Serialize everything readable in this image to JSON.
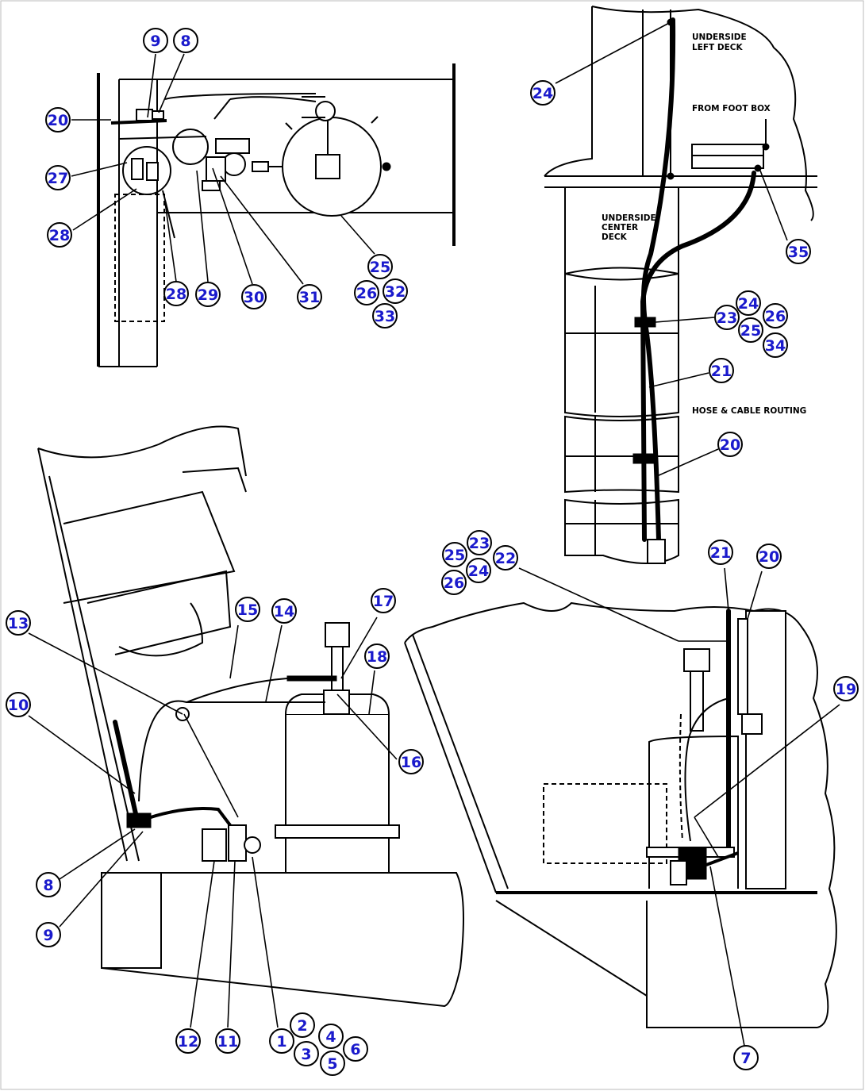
{
  "notes": {
    "underside_left_deck_1": "UNDERSIDE",
    "underside_left_deck_2": "LEFT DECK",
    "from_foot_box": "FROM FOOT BOX",
    "underside_center_deck_1": "UNDERSIDE",
    "underside_center_deck_2": "CENTER",
    "underside_center_deck_3": "DECK",
    "hose_cable_routing": "HOSE & CABLE ROUTING"
  },
  "callouts": [
    {
      "id": "c9a",
      "label": "9"
    },
    {
      "id": "c8a",
      "label": "8"
    },
    {
      "id": "c20a",
      "label": "20"
    },
    {
      "id": "c27",
      "label": "27"
    },
    {
      "id": "c28a",
      "label": "28"
    },
    {
      "id": "c28b",
      "label": "28"
    },
    {
      "id": "c29",
      "label": "29"
    },
    {
      "id": "c30",
      "label": "30"
    },
    {
      "id": "c31",
      "label": "31"
    },
    {
      "id": "c25a",
      "label": "25"
    },
    {
      "id": "c26a",
      "label": "26"
    },
    {
      "id": "c32",
      "label": "32"
    },
    {
      "id": "c33",
      "label": "33"
    },
    {
      "id": "c24a",
      "label": "24"
    },
    {
      "id": "c35",
      "label": "35"
    },
    {
      "id": "c23a",
      "label": "23"
    },
    {
      "id": "c24b",
      "label": "24"
    },
    {
      "id": "c26b",
      "label": "26"
    },
    {
      "id": "c25b",
      "label": "25"
    },
    {
      "id": "c34",
      "label": "34"
    },
    {
      "id": "c21a",
      "label": "21"
    },
    {
      "id": "c20b",
      "label": "20"
    },
    {
      "id": "c23b",
      "label": "23"
    },
    {
      "id": "c25c",
      "label": "25"
    },
    {
      "id": "c24c",
      "label": "24"
    },
    {
      "id": "c26c",
      "label": "26"
    },
    {
      "id": "c22",
      "label": "22"
    },
    {
      "id": "c21b",
      "label": "21"
    },
    {
      "id": "c20c",
      "label": "20"
    },
    {
      "id": "c19",
      "label": "19"
    },
    {
      "id": "c7",
      "label": "7"
    },
    {
      "id": "c13",
      "label": "13"
    },
    {
      "id": "c15",
      "label": "15"
    },
    {
      "id": "c14",
      "label": "14"
    },
    {
      "id": "c17",
      "label": "17"
    },
    {
      "id": "c18",
      "label": "18"
    },
    {
      "id": "c10",
      "label": "10"
    },
    {
      "id": "c16",
      "label": "16"
    },
    {
      "id": "c8b",
      "label": "8"
    },
    {
      "id": "c9b",
      "label": "9"
    },
    {
      "id": "c12",
      "label": "12"
    },
    {
      "id": "c11",
      "label": "11"
    },
    {
      "id": "c1",
      "label": "1"
    },
    {
      "id": "c2",
      "label": "2"
    },
    {
      "id": "c3",
      "label": "3"
    },
    {
      "id": "c4",
      "label": "4"
    },
    {
      "id": "c5",
      "label": "5"
    },
    {
      "id": "c6",
      "label": "6"
    }
  ]
}
